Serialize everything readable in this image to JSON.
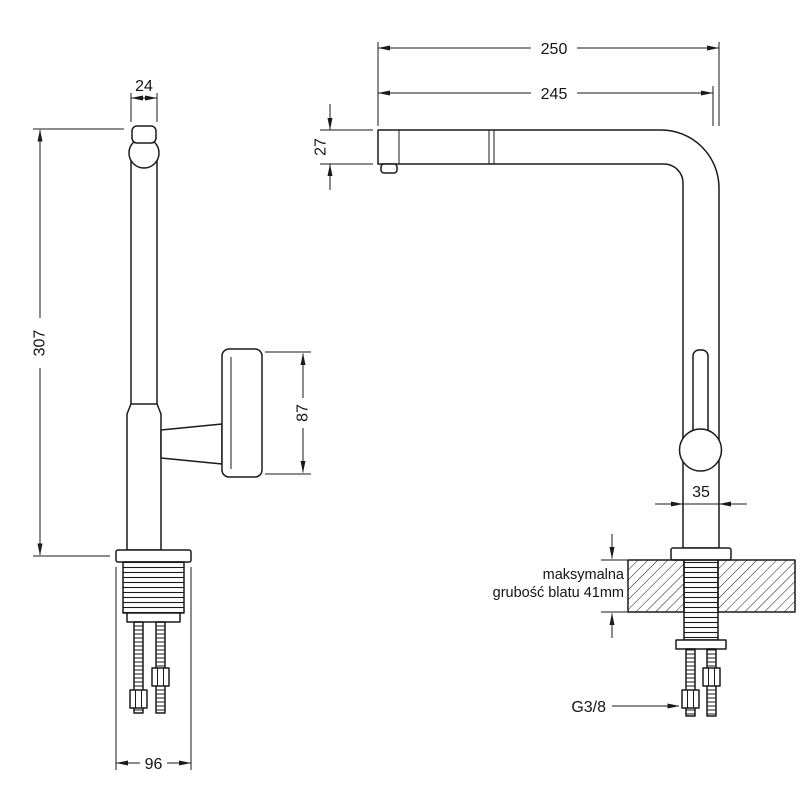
{
  "page": {
    "background": "#ffffff",
    "line_color": "#1a1a1a"
  },
  "drawing": {
    "front": {
      "dim_spout_cap_width": "24",
      "dim_total_height": "307",
      "dim_handle_length": "87",
      "dim_base_width": "96"
    },
    "side": {
      "dim_total_reach": "250",
      "dim_spout_reach": "245",
      "dim_spout_end_height": "27",
      "dim_body_diameter": "35",
      "counter_note_line1": "maksymalna",
      "counter_note_line2": "grubość blatu 41mm",
      "connection_label": "G3/8"
    }
  }
}
